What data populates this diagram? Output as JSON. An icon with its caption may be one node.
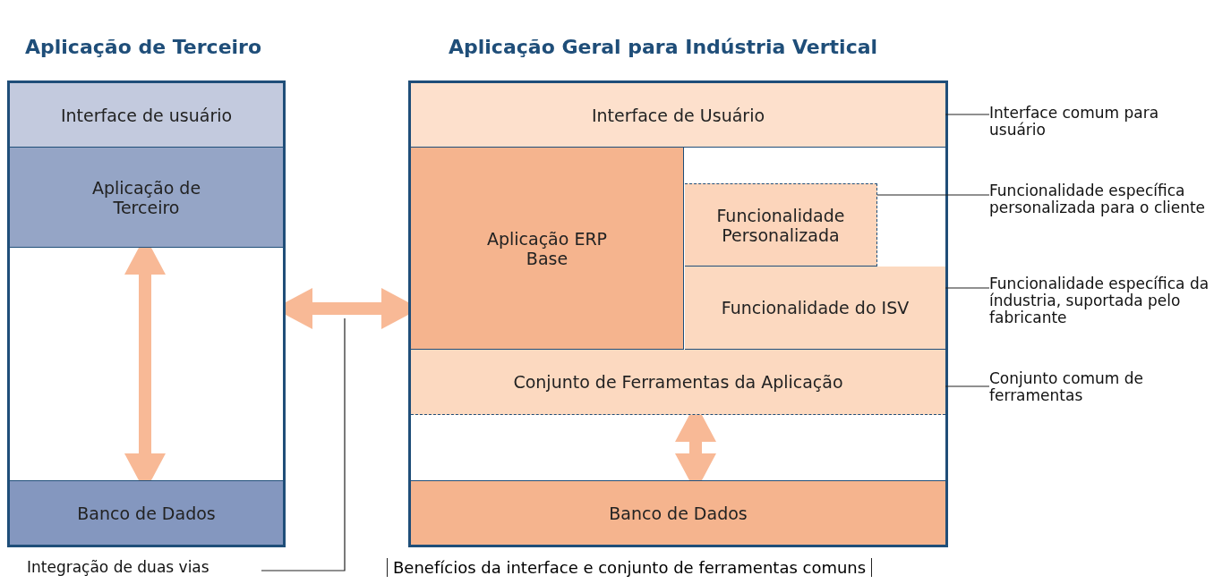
{
  "diagram": {
    "nodes": [
      {
        "text": [
          "Aplicação de Terceiro"
        ]
      },
      {
        "text": [
          "Interface de usuário"
        ],
        "in": 0
      },
      {
        "text": [
          "Aplicação de Terceiro"
        ],
        "in": 0
      },
      {
        "text": [
          "Banco de Dados"
        ],
        "in": 0
      },
      {
        "text": [
          "Aplicação Geral para Indústria Vertical"
        ]
      },
      {
        "text": [
          "Interface de Usuário"
        ],
        "in": 4
      },
      {
        "text": [
          "Aplicação ERP Base"
        ],
        "in": 4
      },
      {
        "text": [
          "Funcionalidade Personalizada"
        ],
        "in": 4
      },
      {
        "text": [
          "Funcionalidade do ISV"
        ],
        "in": 4
      },
      {
        "text": [
          "Conjunto de Ferramentas da Aplicação"
        ],
        "in": 4
      },
      {
        "text": [
          "Banco de Dados"
        ],
        "in": 4
      },
      {
        "text": [
          "Integração de duas vias"
        ]
      },
      {
        "text": [
          "Interface comum para usuário"
        ]
      },
      {
        "text": [
          "Funcionalidade específica personalizada para o cliente"
        ]
      },
      {
        "text": [
          "Funcionalidade específica da índustria, suportada pelo fabricante"
        ]
      },
      {
        "text": [
          "Conjunto comum de ferramentas"
        ]
      }
    ],
    "edges": [
      {
        "from": 2,
        "to": 3,
        "arrow": "both",
        "style": "thick",
        "color": "#f8b996"
      },
      {
        "from": 0,
        "to": 4,
        "arrow": "both",
        "style": "thick",
        "color": "#f8b996"
      },
      {
        "from": 9,
        "to": 10,
        "arrow": "both",
        "style": "thick",
        "color": "#f8b996"
      },
      {
        "from": 11,
        "to": null,
        "arrow": "none"
      },
      {
        "from": 12,
        "to": 5,
        "arrow": "none"
      },
      {
        "from": 13,
        "to": 7,
        "arrow": "none"
      },
      {
        "from": 14,
        "to": 8,
        "arrow": "none"
      },
      {
        "from": 15,
        "to": 9,
        "arrow": "none"
      }
    ],
    "labels": [
      "Benefícios da interface e conjunto de ferramentas comuns"
    ]
  }
}
